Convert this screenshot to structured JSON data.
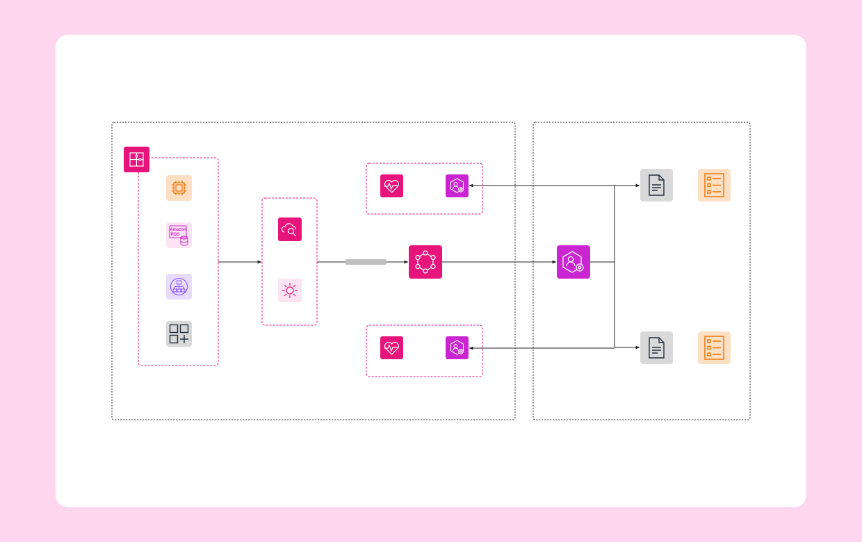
{
  "diagram": {
    "colors": {
      "page_background": "#ffd6f0",
      "card": "#ffffff",
      "accent_pink": "#e7157b",
      "accent_magenta": "#c925d1",
      "light_pink": "#fde4f2",
      "light_orange": "#fde0c4",
      "orange_stroke": "#ed7100",
      "light_purple": "#e7dcfb",
      "purple_stroke": "#8c4fff",
      "gray_tile": "#d9d9d9",
      "dark_icon": "#232f3e",
      "group_dashed_border": "#222222",
      "subgroup_dashed_border": "#e7157b",
      "connector": "#222222",
      "connector_label_placeholder": "#bfbfbf"
    },
    "groups": [
      {
        "id": "left-group",
        "icon": null
      },
      {
        "id": "right-group",
        "icon": null
      },
      {
        "id": "sources-group",
        "icon": "puzzle-icon"
      },
      {
        "id": "event-filter-group",
        "icon": null
      },
      {
        "id": "health-top-group",
        "icon": null
      },
      {
        "id": "health-bottom-group",
        "icon": null
      }
    ],
    "nodes": {
      "sources": [
        {
          "id": "ec2",
          "icon": "ec2-chip-icon",
          "text": ""
        },
        {
          "id": "rds",
          "icon": "rds-database-icon",
          "text": "Amazon RDS"
        },
        {
          "id": "vpc",
          "icon": "network-hierarchy-icon",
          "text": ""
        },
        {
          "id": "other",
          "icon": "grid-plus-icon",
          "text": ""
        }
      ],
      "filters": [
        {
          "id": "cloud-search",
          "icon": "cloud-search-icon"
        },
        {
          "id": "sun",
          "icon": "sun-icon"
        }
      ],
      "health_top": [
        {
          "id": "health-top",
          "icon": "heartbeat-icon"
        },
        {
          "id": "role-top",
          "icon": "user-gear-icon"
        }
      ],
      "health_bottom": [
        {
          "id": "health-bottom",
          "icon": "heartbeat-icon"
        },
        {
          "id": "role-bottom",
          "icon": "user-gear-icon"
        }
      ],
      "event_bus": {
        "id": "event-bus",
        "icon": "eventbridge-icon"
      },
      "central_role": {
        "id": "central-role",
        "icon": "user-gear-icon"
      },
      "outputs": [
        {
          "id": "doc-top",
          "icon": "document-icon"
        },
        {
          "id": "list-top",
          "icon": "checklist-icon"
        },
        {
          "id": "doc-bottom",
          "icon": "document-icon"
        },
        {
          "id": "list-bottom",
          "icon": "checklist-icon"
        }
      ]
    },
    "edges": [
      {
        "from": "sources-group",
        "to": "event-filter-group",
        "label": ""
      },
      {
        "from": "event-filter-group",
        "to": "event-bus",
        "label": ""
      },
      {
        "from": "event-bus",
        "to": "central-role",
        "label": ""
      },
      {
        "from": "central-role",
        "to": "doc-top",
        "label": ""
      },
      {
        "from": "central-role",
        "to": "doc-bottom",
        "label": ""
      },
      {
        "from": "central-role",
        "to": "role-top",
        "label": ""
      },
      {
        "from": "central-role",
        "to": "role-bottom",
        "label": ""
      }
    ]
  }
}
